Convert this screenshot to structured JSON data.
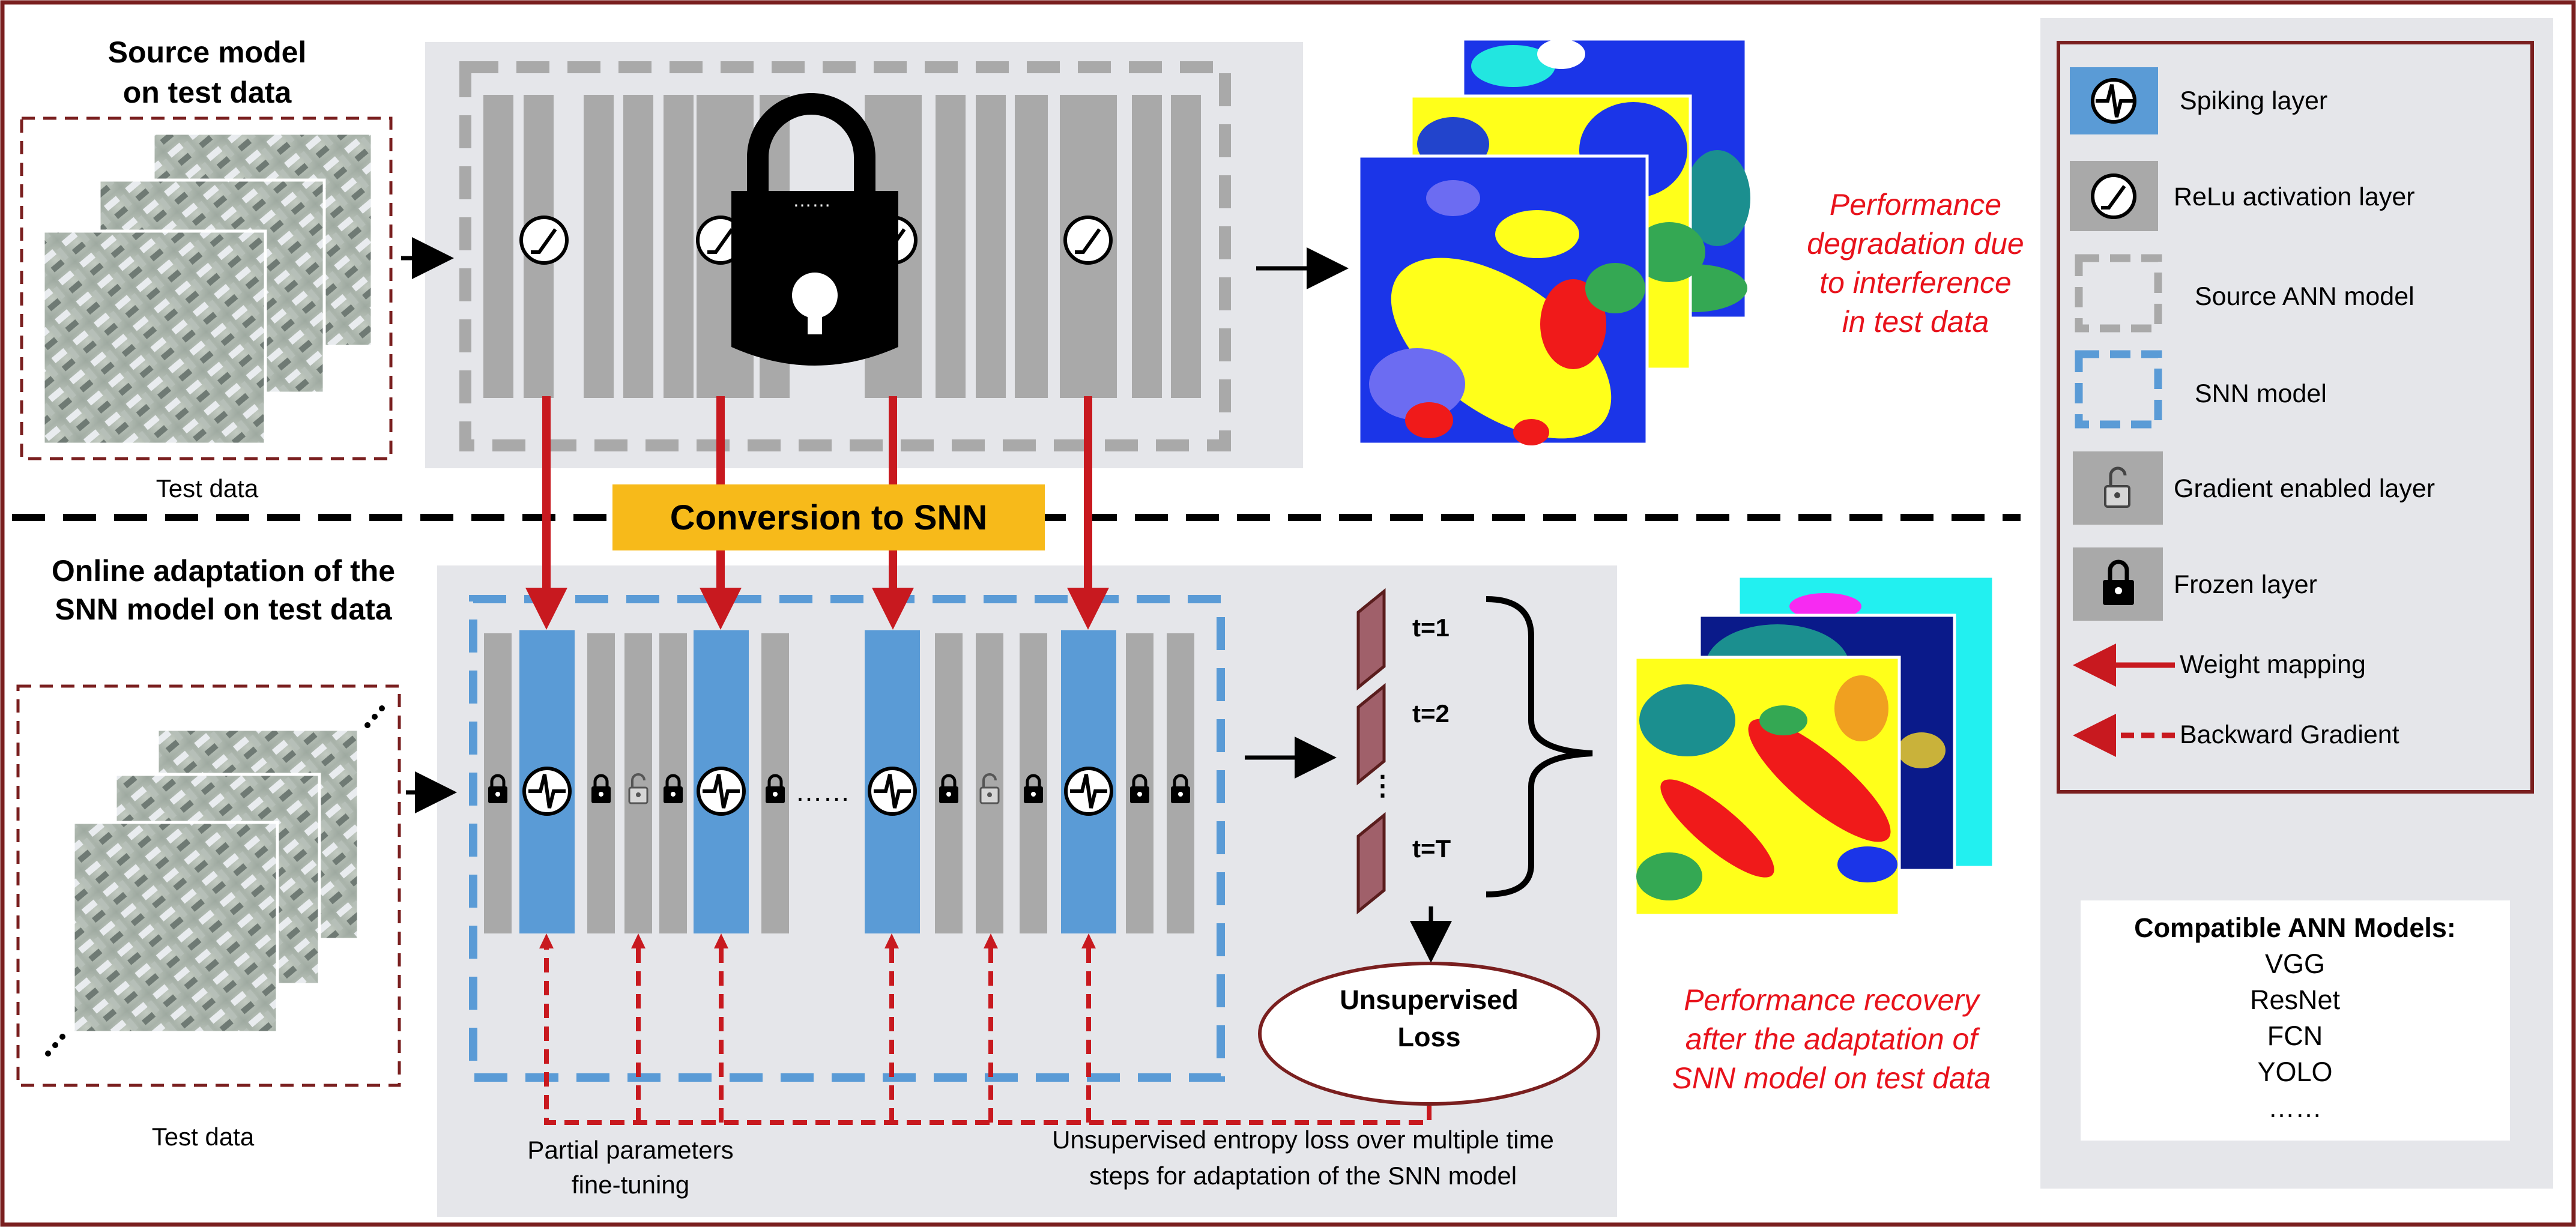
{
  "diagram": {
    "top_heading": [
      "Source model",
      "on test data"
    ],
    "bottom_heading": [
      "Online adaptation of the",
      "SNN model on test data"
    ],
    "test_data_label_top": "Test data",
    "test_data_label_bottom": "Test data",
    "ellipsis": "……",
    "conversion_banner": "Conversion to SNN",
    "degradation_text": [
      "Performance",
      "degradation due",
      "to interference",
      "in test data"
    ],
    "recovery_text": [
      "Performance recovery",
      "after the adaptation of",
      "SNN model on test data"
    ],
    "time_steps": [
      "t=1",
      "t=2",
      "⋮",
      "t=T"
    ],
    "loss_label": [
      "Unsupervised",
      "Loss"
    ],
    "partial_finetune": [
      "Partial parameters",
      "fine-tuning"
    ],
    "entropy_text": [
      "Unsupervised entropy loss over multiple time",
      "steps for adaptation of the SNN model"
    ]
  },
  "legend": {
    "items": [
      {
        "icon": "spiking-icon",
        "label": "Spiking layer"
      },
      {
        "icon": "relu-icon",
        "label": "ReLu activation layer"
      },
      {
        "icon": "gray-dashed-box-icon",
        "label": "Source ANN model"
      },
      {
        "icon": "blue-dashed-box-icon",
        "label": "SNN model"
      },
      {
        "icon": "unlocked-padlock-icon",
        "label": "Gradient enabled layer"
      },
      {
        "icon": "locked-padlock-icon",
        "label": "Frozen layer"
      },
      {
        "icon": "solid-red-arrow-icon",
        "label": "Weight mapping"
      },
      {
        "icon": "dashed-red-arrow-icon",
        "label": "Backward Gradient"
      }
    ]
  },
  "compatible_models": {
    "title": "Compatible ANN Models:",
    "items": [
      "VGG",
      "ResNet",
      "FCN",
      "YOLO",
      "……"
    ]
  },
  "colors": {
    "frame": "#7a1f1f",
    "panel_gray": "#e5e6ea",
    "layer_gray": "#a9a9a9",
    "spike_blue": "#5a9bd6",
    "weight_red": "#c8191f",
    "banner_yellow": "#f7ba1a",
    "text_red": "#e8121b"
  }
}
